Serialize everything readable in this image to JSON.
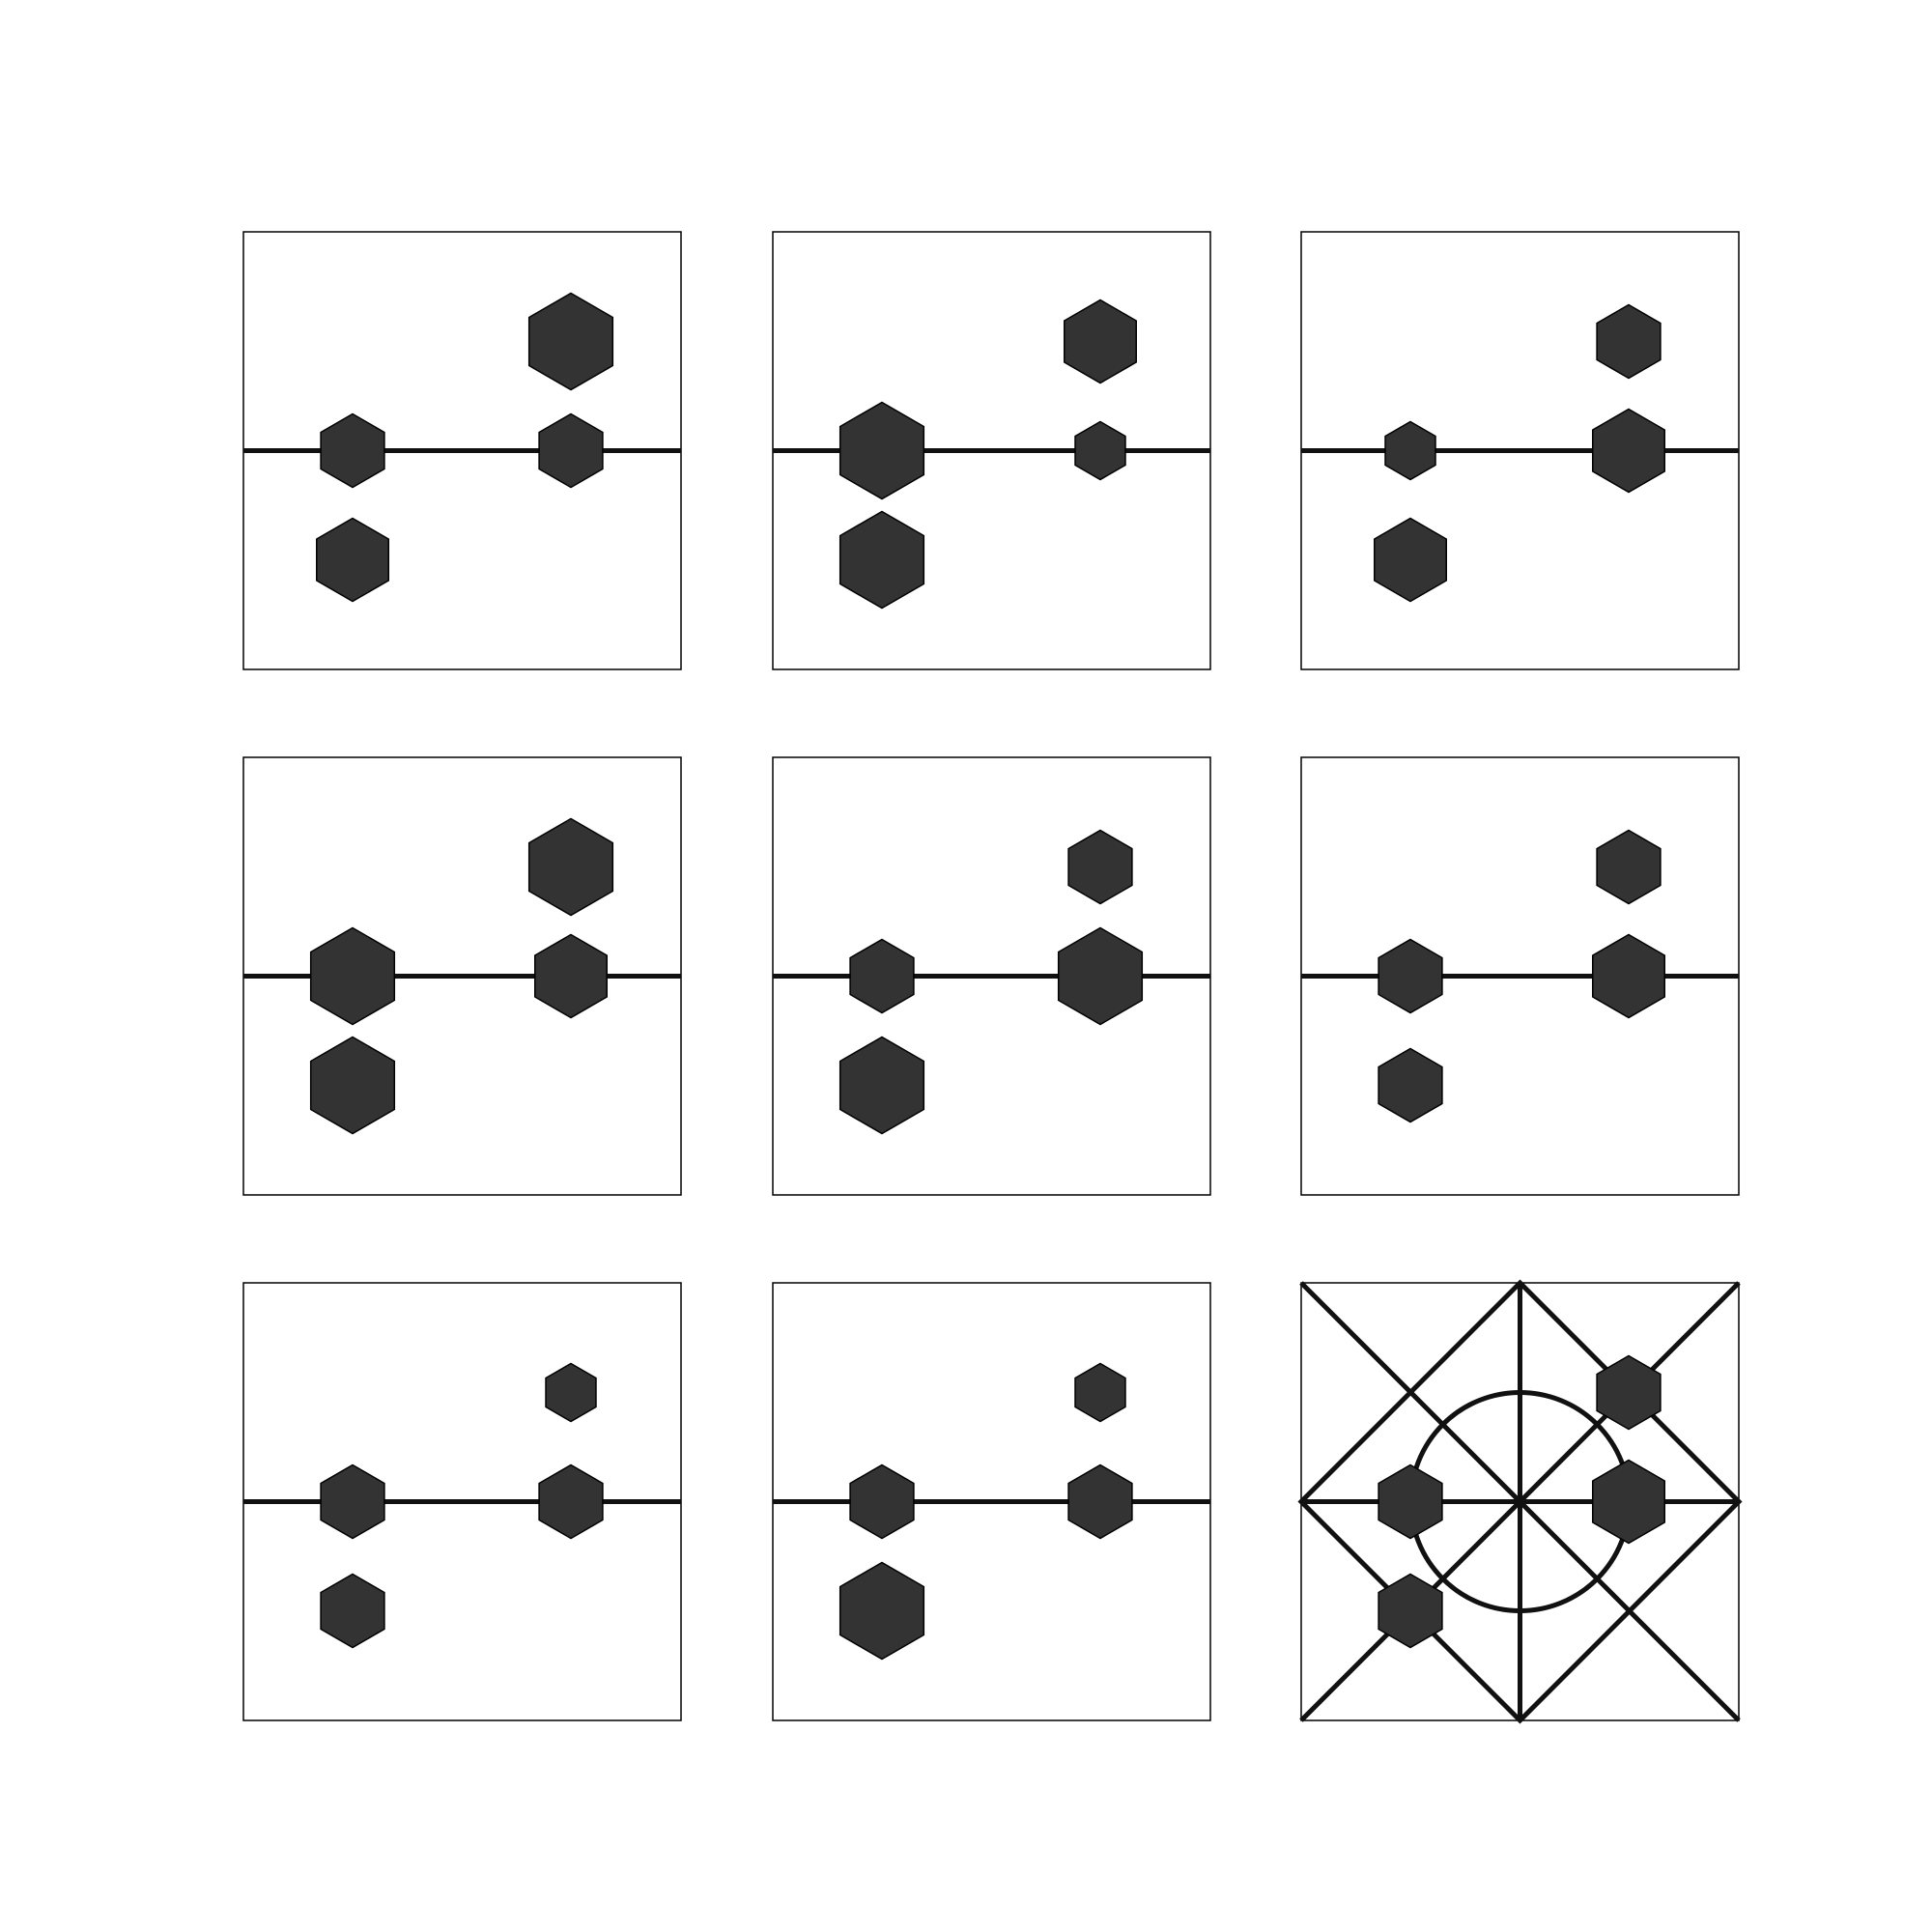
{
  "colors": {
    "background": "#ffffff",
    "panel_border": "#000000",
    "line": "#111111",
    "hexagon_fill": "#333333",
    "hexagon_stroke": "#000000"
  },
  "grid": {
    "rows": 3,
    "cols": 3
  },
  "panels": [
    {
      "id": "panel-1",
      "background_lines": [
        "horizontal-midline"
      ],
      "hexagons": [
        {
          "position": "top-right",
          "size": "large"
        },
        {
          "position": "middle-left",
          "size": "small"
        },
        {
          "position": "middle-right",
          "size": "small"
        },
        {
          "position": "bottom-left",
          "size": "medium"
        }
      ]
    },
    {
      "id": "panel-2",
      "background_lines": [
        "horizontal-midline"
      ],
      "hexagons": [
        {
          "position": "top-right",
          "size": "medium"
        },
        {
          "position": "middle-left",
          "size": "large"
        },
        {
          "position": "middle-right",
          "size": "tiny"
        },
        {
          "position": "bottom-left",
          "size": "large"
        }
      ]
    },
    {
      "id": "panel-3",
      "background_lines": [
        "horizontal-midline"
      ],
      "hexagons": [
        {
          "position": "top-right",
          "size": "small"
        },
        {
          "position": "middle-left",
          "size": "tiny"
        },
        {
          "position": "middle-right",
          "size": "medium"
        },
        {
          "position": "bottom-left",
          "size": "medium"
        }
      ]
    },
    {
      "id": "panel-4",
      "background_lines": [
        "horizontal-midline"
      ],
      "hexagons": [
        {
          "position": "top-right",
          "size": "large"
        },
        {
          "position": "middle-left",
          "size": "large"
        },
        {
          "position": "middle-right",
          "size": "medium"
        },
        {
          "position": "bottom-left",
          "size": "large"
        }
      ]
    },
    {
      "id": "panel-5",
      "background_lines": [
        "horizontal-midline"
      ],
      "hexagons": [
        {
          "position": "top-right",
          "size": "small"
        },
        {
          "position": "middle-left",
          "size": "small"
        },
        {
          "position": "middle-right",
          "size": "large"
        },
        {
          "position": "bottom-left",
          "size": "large"
        }
      ]
    },
    {
      "id": "panel-6",
      "background_lines": [
        "horizontal-midline"
      ],
      "hexagons": [
        {
          "position": "top-right",
          "size": "small"
        },
        {
          "position": "middle-left",
          "size": "small"
        },
        {
          "position": "middle-right",
          "size": "medium"
        },
        {
          "position": "bottom-left",
          "size": "small"
        }
      ]
    },
    {
      "id": "panel-7",
      "background_lines": [
        "horizontal-midline"
      ],
      "hexagons": [
        {
          "position": "top-right",
          "size": "tiny"
        },
        {
          "position": "middle-left",
          "size": "small"
        },
        {
          "position": "middle-right",
          "size": "small"
        },
        {
          "position": "bottom-left",
          "size": "small"
        }
      ]
    },
    {
      "id": "panel-8",
      "background_lines": [
        "horizontal-midline"
      ],
      "hexagons": [
        {
          "position": "top-right",
          "size": "tiny"
        },
        {
          "position": "middle-left",
          "size": "small"
        },
        {
          "position": "middle-right",
          "size": "small"
        },
        {
          "position": "bottom-left",
          "size": "large"
        }
      ]
    },
    {
      "id": "panel-9",
      "background_lines": [
        "horizontal-midline",
        "vertical-midline",
        "main-diagonals",
        "diamond",
        "center-circle"
      ],
      "hexagons": [
        {
          "position": "top-right",
          "size": "small"
        },
        {
          "position": "middle-left",
          "size": "small"
        },
        {
          "position": "middle-right",
          "size": "medium"
        },
        {
          "position": "bottom-left",
          "size": "small"
        }
      ]
    }
  ]
}
